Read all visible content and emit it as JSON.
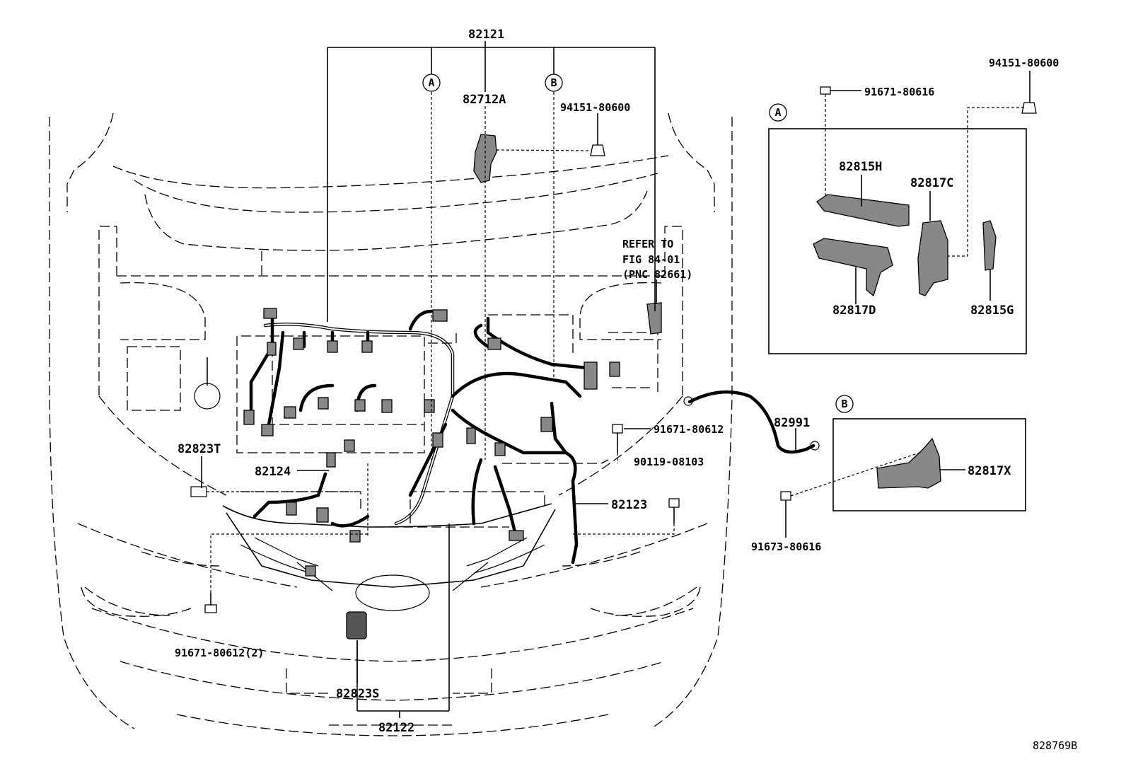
{
  "labels": {
    "p82121": "82121",
    "p82712A": "82712A",
    "p94151_top": "94151-80600",
    "p94151_right": "94151-80600",
    "p91671_80616": "91671-80616",
    "p82815H": "82815H",
    "p82817C": "82817C",
    "p82817D": "82817D",
    "p82815G": "82815G",
    "refer1": "REFER TO",
    "refer2": "FIG 84-01",
    "refer3": "(PNC 82661)",
    "p82823T": "82823T",
    "p82124": "82124",
    "p91671_80612": "91671-80612",
    "p82991": "82991",
    "p90119": "90119-08103",
    "p82123": "82123",
    "p82817X": "82817X",
    "p91673": "91673-80616",
    "p91671_80612_2": "91671-80612(2)",
    "p82823S": "82823S",
    "p82122": "82122",
    "figure_id": "828769B"
  },
  "callouts": {
    "A_main": "A",
    "B_main": "B",
    "A_detail": "A",
    "B_detail": "B"
  }
}
